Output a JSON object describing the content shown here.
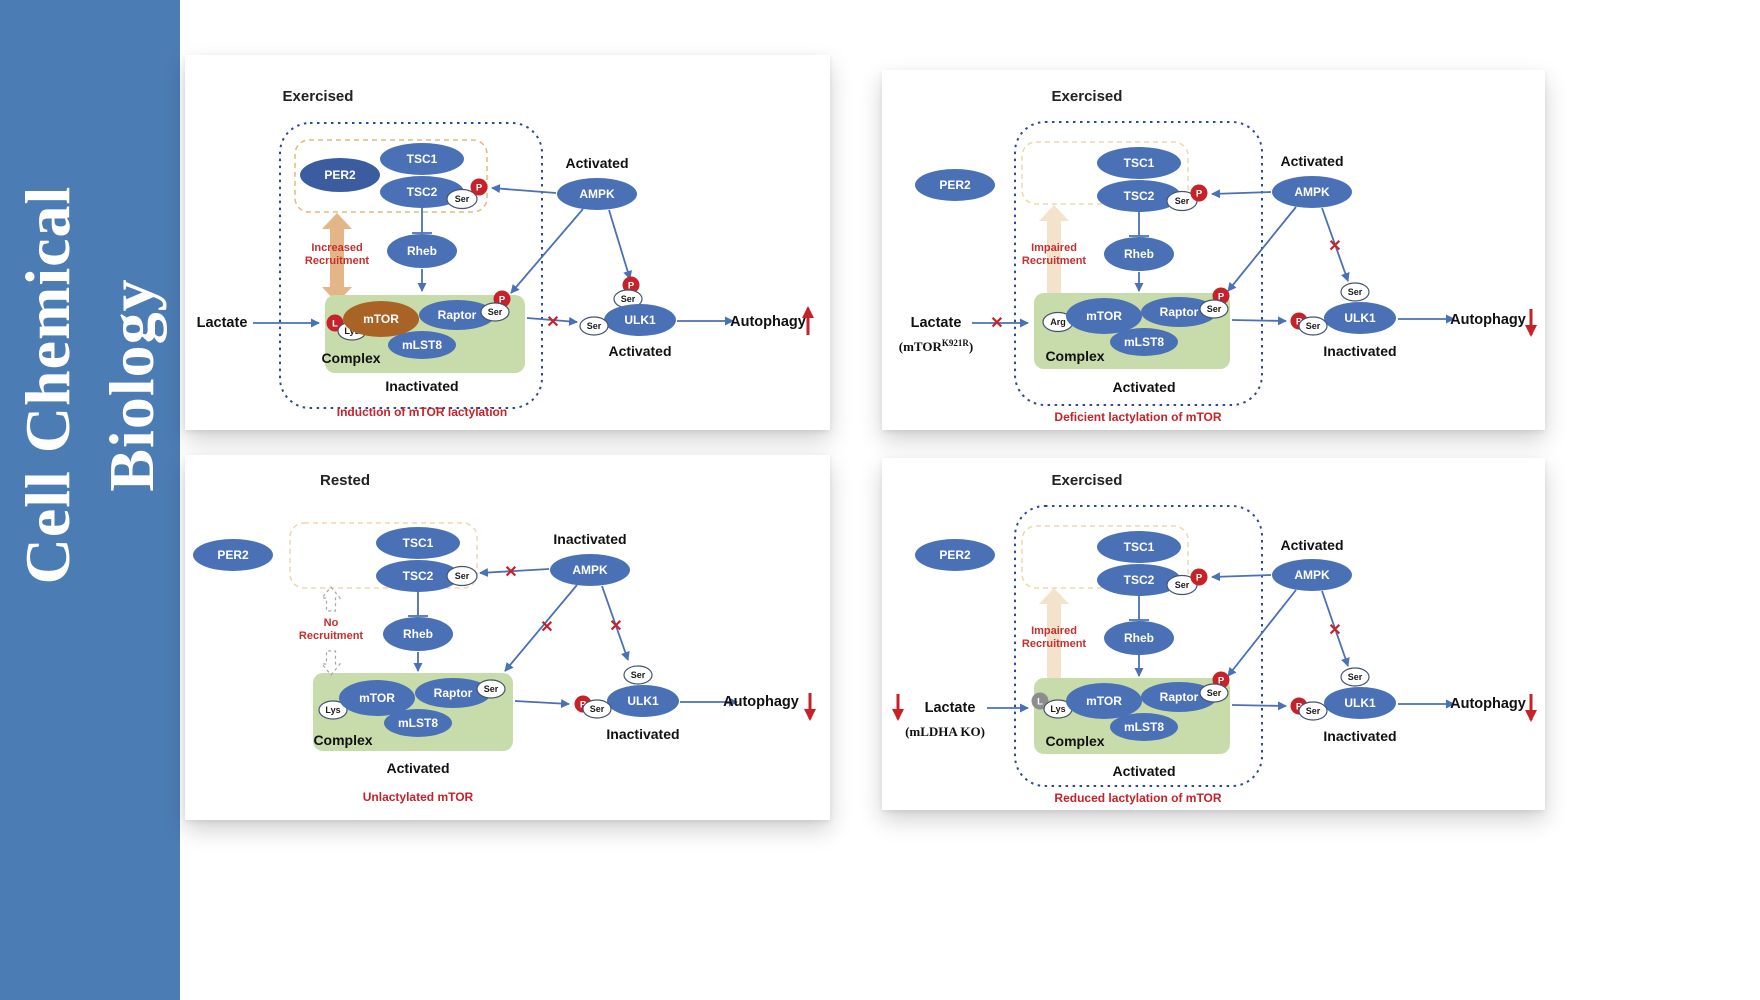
{
  "journal": {
    "line1": "Cell Chemical",
    "line2": "Biology"
  },
  "labels": {
    "per2": "PER2",
    "tsc1": "TSC1",
    "tsc2": "TSC2",
    "rheb": "Rheb",
    "ampk": "AMPK",
    "mtor": "mTOR",
    "raptor": "Raptor",
    "mlst8": "mLST8",
    "ulk1": "ULK1",
    "ser": "Ser",
    "lys": "Lys",
    "arg": "Arg",
    "p": "P",
    "l": "L",
    "complex": "Complex",
    "lactate": "Lactate",
    "autophagy": "Autophagy",
    "x": "✕"
  },
  "panels": {
    "p1": {
      "title": "Exercised",
      "ampk_state": "Activated",
      "recruit1": "Increased",
      "recruit2": "Recruitment",
      "complex_state": "Inactivated",
      "ulk1_state": "Activated",
      "caption": "Induction of mTOR lactylation"
    },
    "p2": {
      "title": "Exercised",
      "ampk_state": "Activated",
      "recruit1": "Impaired",
      "recruit2": "Recruitment",
      "complex_state": "Activated",
      "ulk1_state": "Inactivated",
      "caption": "Deficient lactylation of mTOR",
      "mutant_pre": "(mTOR",
      "mutant_sup": "K921R",
      "mutant_post": ")"
    },
    "p3": {
      "title": "Rested",
      "ampk_state": "Inactivated",
      "recruit1": "No",
      "recruit2": "Recruitment",
      "complex_state": "Activated",
      "ulk1_state": "Inactivated",
      "caption": "Unlactylated mTOR"
    },
    "p4": {
      "title": "Exercised",
      "ampk_state": "Activated",
      "recruit1": "Impaired",
      "recruit2": "Recruitment",
      "complex_state": "Activated",
      "ulk1_state": "Inactivated",
      "caption": "Reduced lactylation of mTOR",
      "note": "(mLDHA KO)"
    }
  },
  "colors": {
    "banner_blue": "#4c7cb4",
    "node_blue": "#4a70b6",
    "per2_dark": "#3b5c9e",
    "mtor_brown": "#a96325",
    "complex_green": "#c8dbaa",
    "red": "#c5222a",
    "tan_arrow": "#e4b586",
    "tan_arrow_faded": "#f3e3cd",
    "dotted_border": "#2b4a9b"
  }
}
